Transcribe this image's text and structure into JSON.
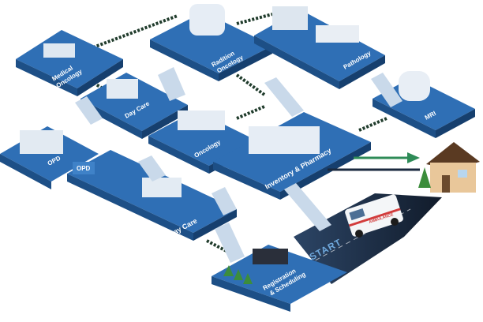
{
  "departments": {
    "medical_oncology": {
      "line1": "Medical",
      "line2": "Oncology"
    },
    "radiation_oncology": {
      "line1": "Radition",
      "line2": "Oncology"
    },
    "pathology": "Pathology",
    "day_care_top": "Day Care",
    "mri": "MRI",
    "opd": "OPD",
    "opd_sign": "OPD",
    "oncology": "Oncology",
    "inventory_pharmacy": "Inventory & Pharmacy",
    "day_care_bottom": "Day Care",
    "registration": {
      "line1": "Registration",
      "line2": "& Scheduling"
    }
  },
  "start_label": "START",
  "ambulance_text": "AMBULANCE",
  "colors": {
    "platform_top": "#2f6fb5",
    "platform_side": "#1d4f86",
    "platform_front": "#163f6e",
    "stair": "#c9d9ea",
    "connector": "#1f3b2b",
    "road": "#1b2a3f",
    "arrow": "#2e8b57",
    "house_roof": "#5a3a22",
    "house_wall": "#e9c79a"
  }
}
